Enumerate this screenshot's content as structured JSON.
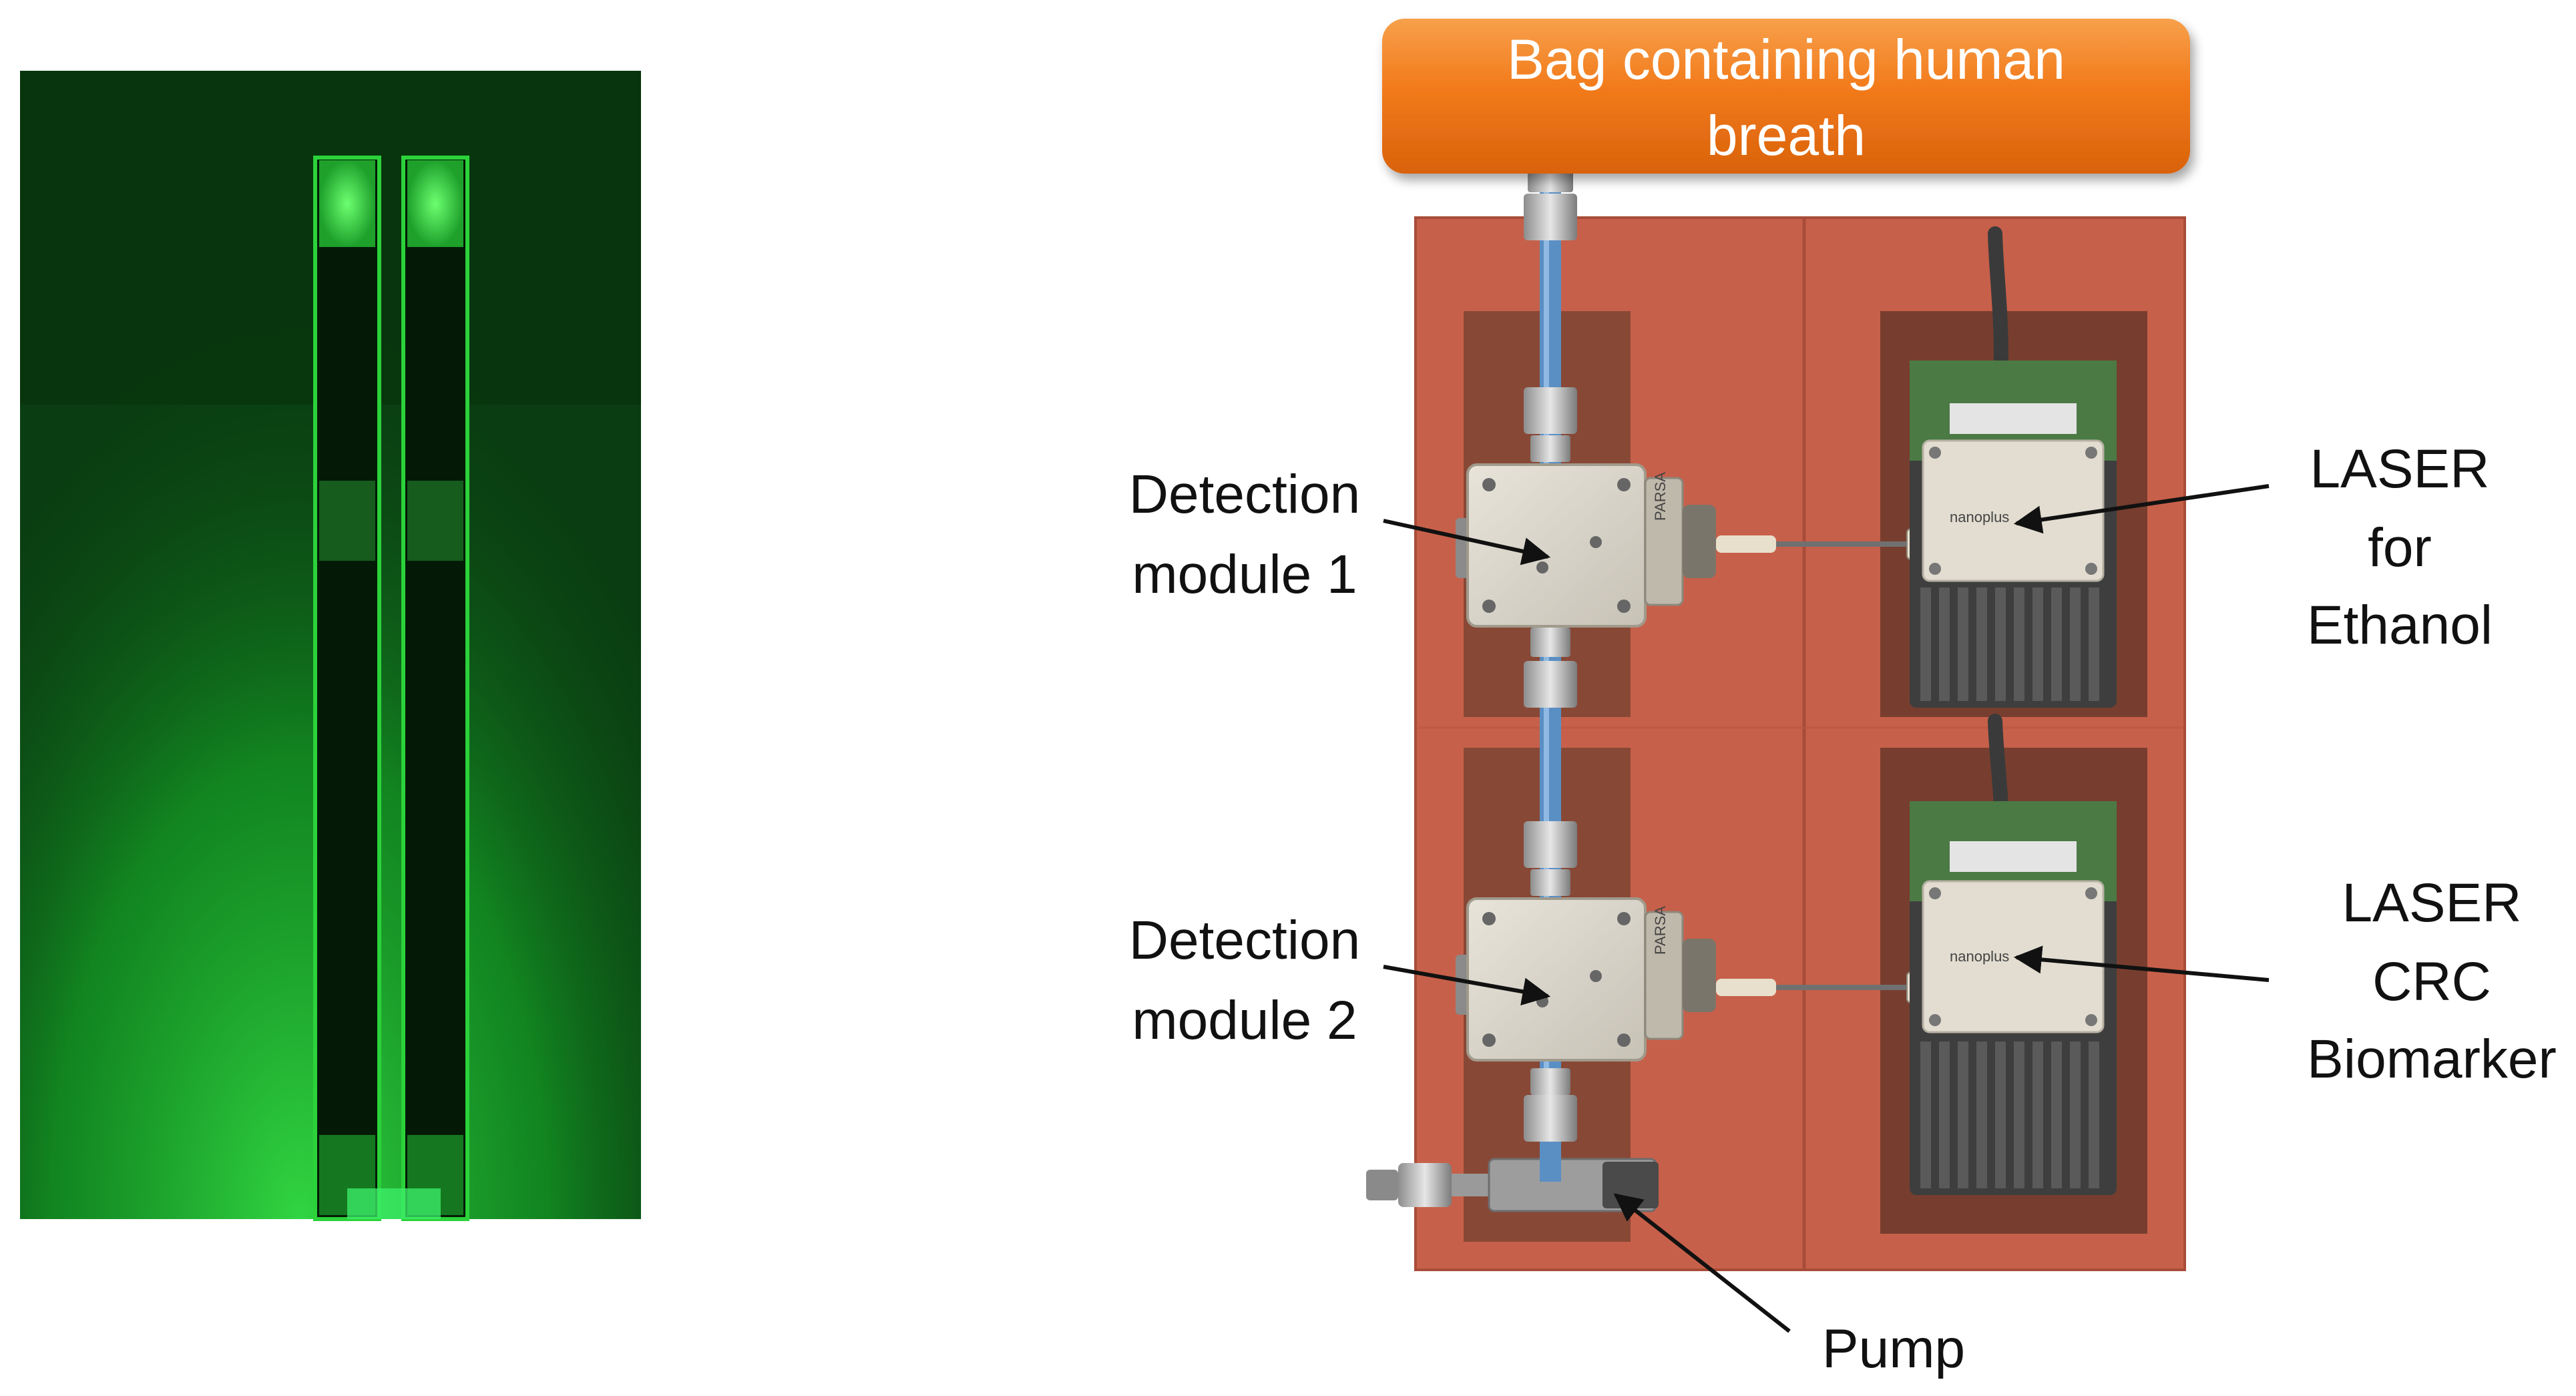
{
  "labels": {
    "bag_line1": "Bag containing human",
    "bag_line2": "breath",
    "det1_line1": "Detection",
    "det1_line2": "module 1",
    "det2_line1": "Detection",
    "det2_line2": "module 2",
    "laser1_line1": "LASER",
    "laser1_line2": "for",
    "laser1_line3": "Ethanol",
    "laser2_line1": "LASER",
    "laser2_line2": "CRC",
    "laser2_line3": "Biomarker",
    "pump": "Pump"
  },
  "component_text": {
    "laser_brand": "nanoplus",
    "module_marking": "PARSA"
  },
  "colors": {
    "banner": "#f27a1a",
    "board": "#c7604a",
    "board_dark": "#6e3b2c",
    "tube": "#5a8fc4",
    "glow": "#1aa32a"
  }
}
